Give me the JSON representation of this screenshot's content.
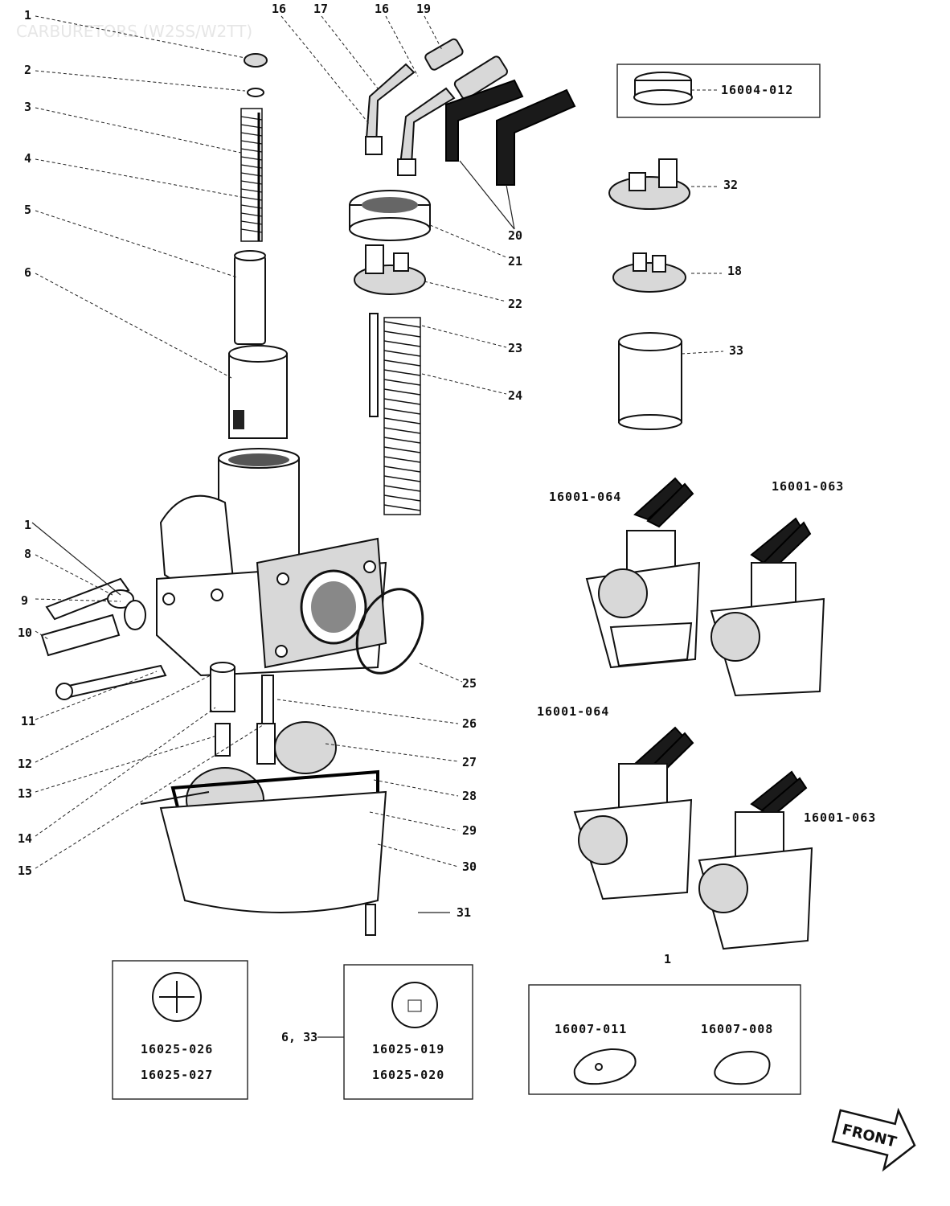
{
  "title": "CARBURETORS (W2SS/W2TT)",
  "callouts": {
    "c1_top": "1",
    "c2": "2",
    "c3": "3",
    "c4": "4",
    "c5": "5",
    "c6": "6",
    "c16a": "16",
    "c17": "17",
    "c16b": "16",
    "c19": "19",
    "c20": "20",
    "c21": "21",
    "c22": "22",
    "c23": "23",
    "c24": "24",
    "c1_left": "1",
    "c8": "8",
    "c9": "9",
    "c10": "10",
    "c11": "11",
    "c12": "12",
    "c13": "13",
    "c14": "14",
    "c15": "15",
    "c25": "25",
    "c26": "26",
    "c27": "27",
    "c28": "28",
    "c29": "29",
    "c30": "30",
    "c31": "31",
    "c32": "32",
    "c18": "18",
    "c33": "33",
    "c6_33": "6, 33",
    "c1_bottom": "1"
  },
  "part_numbers": {
    "cap_boxed": "16004-012",
    "carb_a_top": "16001-064",
    "carb_b_top": "16001-063",
    "carb_a_bottom": "16001-064",
    "carb_b_bottom": "16001-063",
    "jet_left_1": "16025-026",
    "jet_left_2": "16025-027",
    "jet_right_1": "16025-019",
    "jet_right_2": "16025-020",
    "gasket_left": "16007-011",
    "gasket_right": "16007-008"
  },
  "front_label": "FRONT"
}
